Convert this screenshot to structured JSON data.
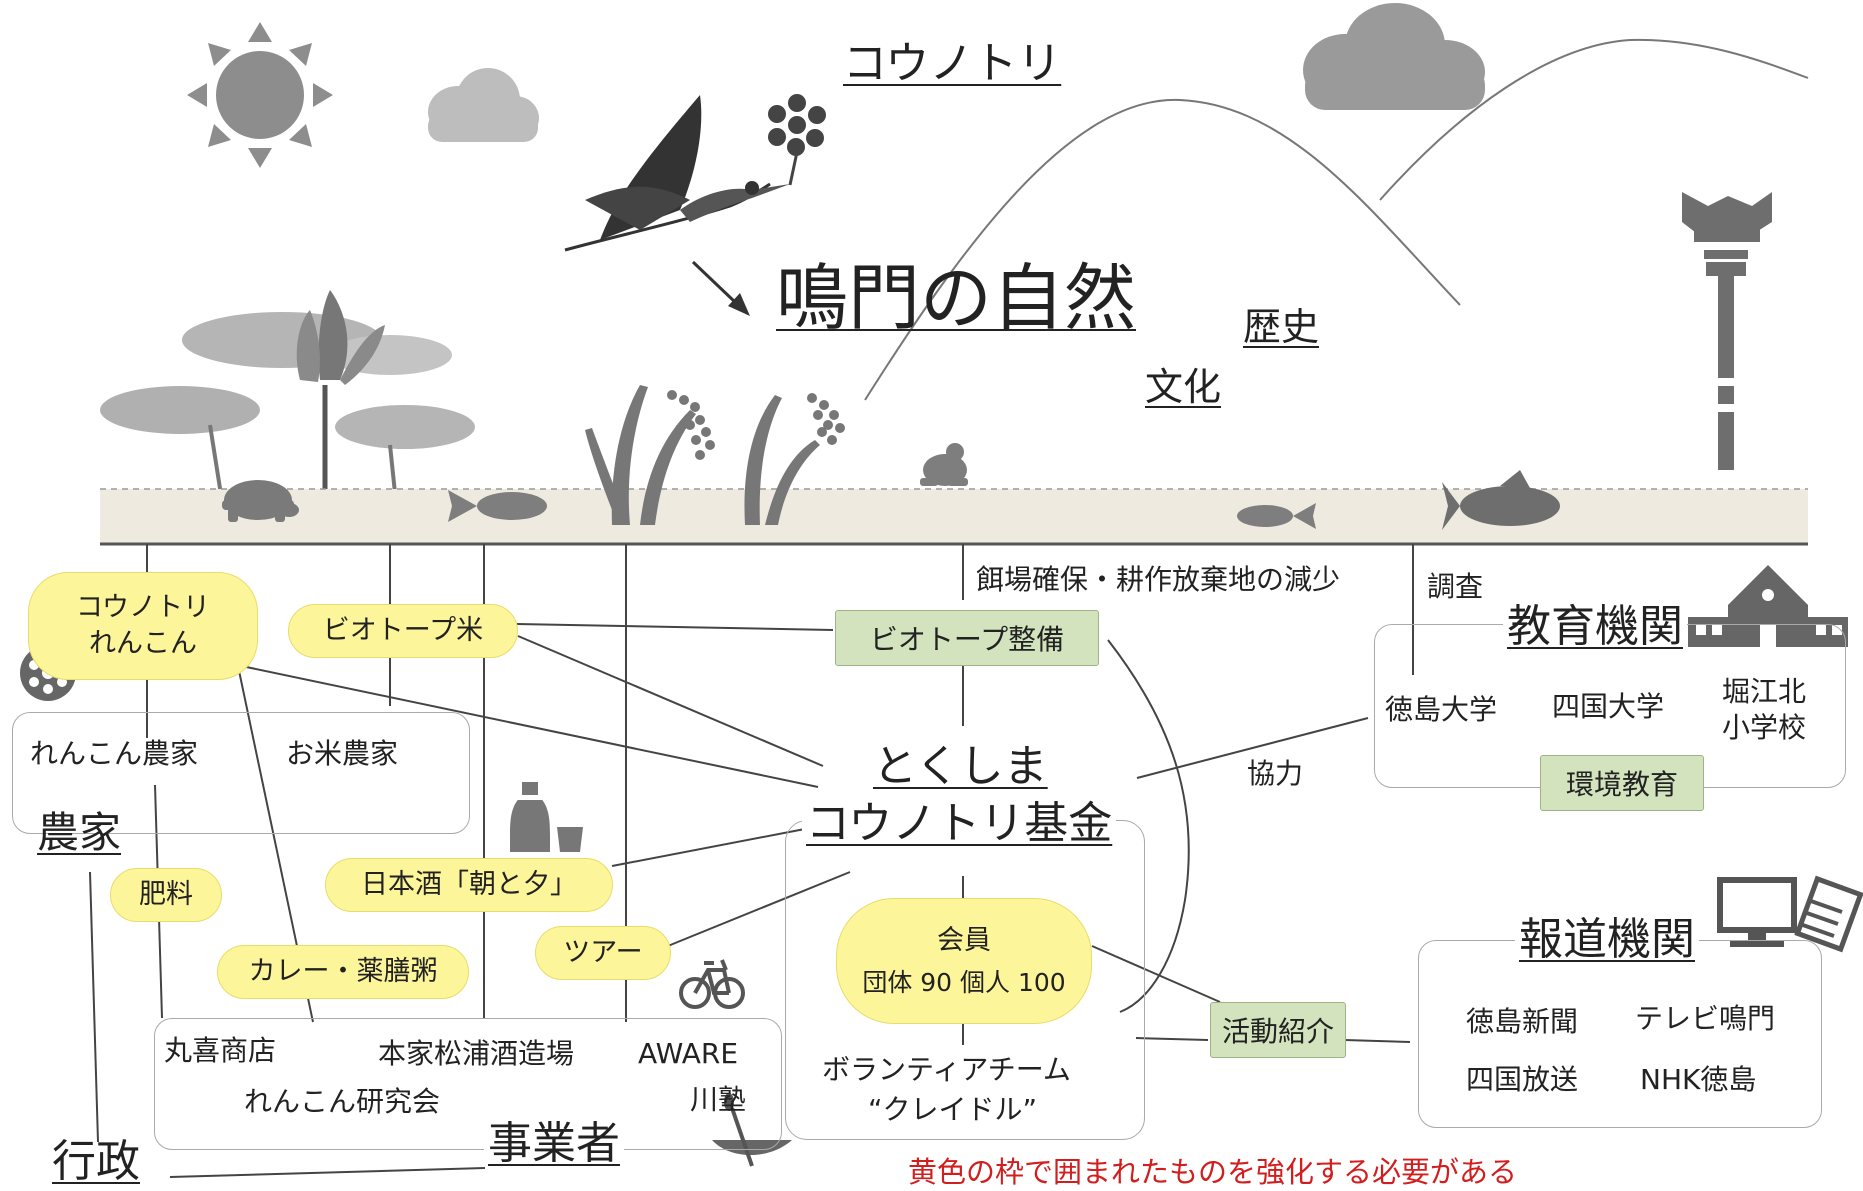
{
  "header": {
    "stork": "コウノトリ",
    "nature": "鳴門の自然",
    "history": "歴史",
    "culture": "文化"
  },
  "center": {
    "fund_line1": "とくしま",
    "fund_line2": "コウノトリ基金",
    "members_title": "会員",
    "members_detail": "団体 90  個人 100",
    "volunteer_line1": "ボランティアチーム",
    "volunteer_line2": "“クレイドル”"
  },
  "products": {
    "renkon_line1": "コウノトリ",
    "renkon_line2": "れんこん",
    "biotope_rice": "ビオトープ米",
    "fertilizer": "肥料",
    "sake": "日本酒「朝と夕」",
    "tour": "ツアー",
    "curry": "カレー・薬膳粥"
  },
  "activities": {
    "biotope": "ビオトープ整備",
    "biotope_note": "餌場確保・耕作放棄地の減少",
    "survey": "調査",
    "cooperation": "協力",
    "pr": "活動紹介",
    "env_edu": "環境教育"
  },
  "groups": {
    "farmers": {
      "title": "農家",
      "members": [
        "れんこん農家",
        "お米農家"
      ]
    },
    "education": {
      "title": "教育機関",
      "members": [
        "徳島大学",
        "四国大学"
      ],
      "school_line1": "堀江北",
      "school_line2": "小学校"
    },
    "media": {
      "title": "報道機関",
      "members": [
        "徳島新聞",
        "テレビ鳴門",
        "四国放送",
        "NHK徳島"
      ]
    },
    "business": {
      "title": "事業者",
      "members": [
        "丸喜商店",
        "本家松浦酒造場",
        "AWARE",
        "れんこん研究会",
        "川塾"
      ]
    },
    "government": {
      "title": "行政"
    }
  },
  "note": "黄色の枠で囲まれたものを強化する必要がある",
  "colors": {
    "yellow_fill": "#fdf59a",
    "green_fill": "#d3e3be",
    "ground": "#eeeadf",
    "icon_gray": "#8a8a8a",
    "note_red": "#d21e1e"
  },
  "icons": [
    "sun-icon",
    "cloud-icon",
    "stork-icon",
    "flower-icon",
    "arrow-icon",
    "mountain-icon",
    "lotus-icon",
    "turtle-icon",
    "fish-icon",
    "rice-icon",
    "frog-icon",
    "torii-icon",
    "school-icon",
    "tv-icon",
    "newspaper-icon",
    "lotus-root-icon",
    "sake-icon",
    "bicycle-icon",
    "canoe-icon"
  ]
}
